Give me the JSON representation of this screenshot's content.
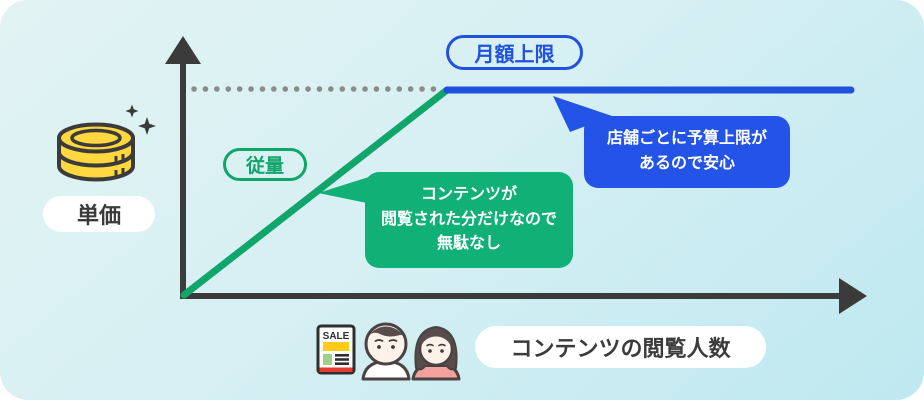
{
  "labels": {
    "monthly_cap": "月額上限",
    "metered": "従量",
    "unit_price": "単価",
    "viewers_axis": "コンテンツの閲覧人数"
  },
  "bubbles": {
    "green": {
      "line1": "コンテンツが",
      "line2": "閲覧された分だけなので",
      "line3": "無駄なし"
    },
    "blue": {
      "line1": "店舗ごとに予算上限が",
      "line2": "あるので安心"
    }
  },
  "icons": {
    "coins": "coins-icon",
    "sparkles": "sparkles-icon",
    "sale_flyer": "sale-flyer-icon",
    "sale_text": "SALE",
    "man": "man-icon",
    "woman": "woman-icon"
  },
  "colors": {
    "green": "#10A56B",
    "green_bubble": "#10B077",
    "blue": "#2152DE",
    "blue_bubble": "#2453E8",
    "axis": "#3B3B3B",
    "dot_gray": "#8C8A8A",
    "coin_yellow": "#FFD73E",
    "background_start": "#E2F3F3",
    "background_end": "#BEE8F0"
  },
  "chart_data": {
    "type": "line",
    "title": "",
    "xlabel": "コンテンツの閲覧人数",
    "ylabel": "単価",
    "axes_numeric": false,
    "series": [
      {
        "name": "従量",
        "color": "#10A56B",
        "shape": "rises linearly from the origin until it reaches the monthly cap level"
      },
      {
        "name": "月額上限",
        "color": "#2152DE",
        "shape": "horizontal line at the cap level continuing to the right edge"
      }
    ],
    "annotations": [
      "コンテンツが閲覧された分だけなので無駄なし",
      "店舗ごとに予算上限があるので安心"
    ],
    "guides": [
      "dotted gray horizontal leader from y-axis to the cap junction"
    ]
  }
}
